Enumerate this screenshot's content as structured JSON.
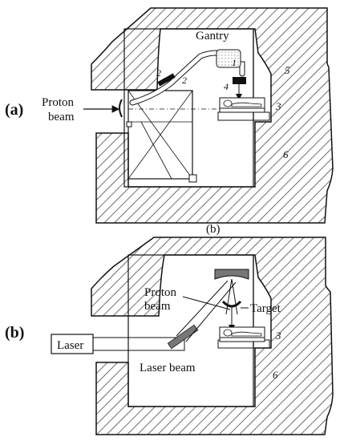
{
  "panel_a": {
    "panel_label": "(a)",
    "gantry": "Gantry",
    "proton_beam_line1": "Proton",
    "proton_beam_line2": "beam",
    "num_1": "1",
    "num_2a": "2",
    "num_2b": "2",
    "num_3": "3",
    "num_4": "4",
    "num_5": "5",
    "num_6": "6"
  },
  "caption_between": "(b)",
  "panel_b": {
    "panel_label": "(b)",
    "laser": "Laser",
    "laser_beam": "Laser beam",
    "proton_beam_line1": "Proton",
    "proton_beam_line2": "beam",
    "target": "Target",
    "num_3": "3",
    "num_6": "6"
  },
  "colors": {
    "line": "#111111",
    "hatch": "#333333",
    "paper": "#ffffff",
    "mirror": "#777777"
  }
}
